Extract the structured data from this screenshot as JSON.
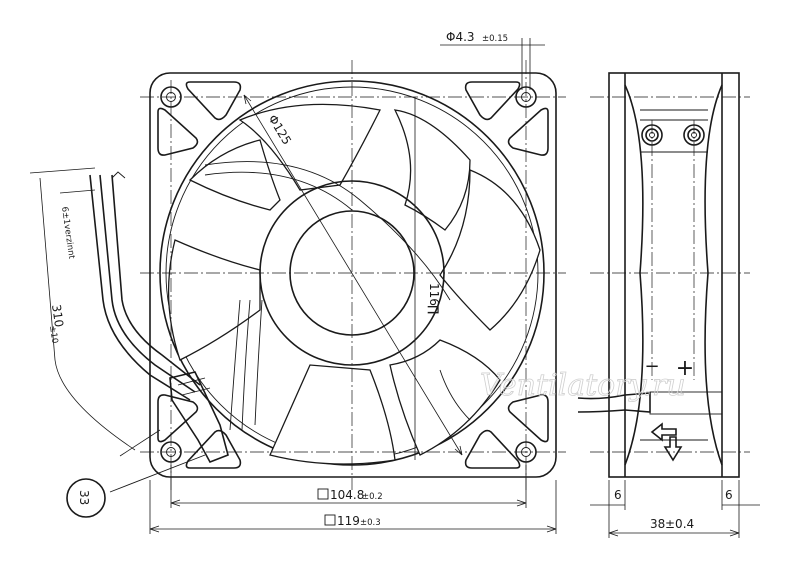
{
  "front_view": {
    "diagonal_main": "Φ125",
    "height_main": "116",
    "height_suffix": "∏",
    "width_inner_main": "104.8",
    "width_inner_tol": "±0.2",
    "width_outer_main": "119",
    "width_outer_tol": "±0.3",
    "hole_main": "Φ4.3",
    "hole_tol": "±0.15"
  },
  "cable": {
    "strip_label": "6±1verzinnt",
    "length_main": "310",
    "length_tol": "±10",
    "callout": "33"
  },
  "side_view": {
    "minus_sign": "−",
    "plus_sign": "+",
    "left_dim": "6",
    "right_dim": "6",
    "depth_main": "38",
    "depth_tol": "±0.4"
  },
  "watermark": "Ventilatory.ru",
  "colors": {
    "ink": "#1a1a1a",
    "paper": "#ffffff",
    "watermark": "#d0d0d0"
  }
}
